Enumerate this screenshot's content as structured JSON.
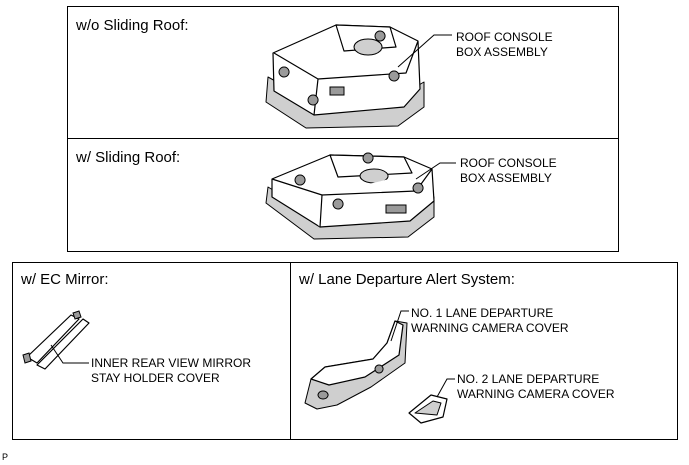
{
  "panels": {
    "no_sliding_roof": {
      "heading": "w/o Sliding Roof:",
      "callout_line1": "ROOF CONSOLE",
      "callout_line2": "BOX ASSEMBLY"
    },
    "sliding_roof": {
      "heading": "w/ Sliding Roof:",
      "callout_line1": "ROOF CONSOLE",
      "callout_line2": "BOX ASSEMBLY"
    },
    "ec_mirror": {
      "heading": "w/ EC Mirror:",
      "callout_line1": "INNER REAR VIEW MIRROR",
      "callout_line2": "STAY HOLDER COVER"
    },
    "lane_departure": {
      "heading": "w/ Lane Departure Alert System:",
      "callout1_line1": "NO. 1 LANE DEPARTURE",
      "callout1_line2": "WARNING CAMERA COVER",
      "callout2_line1": "NO. 2 LANE DEPARTURE",
      "callout2_line2": "WARNING CAMERA COVER"
    }
  },
  "footer": {
    "code": "P"
  }
}
